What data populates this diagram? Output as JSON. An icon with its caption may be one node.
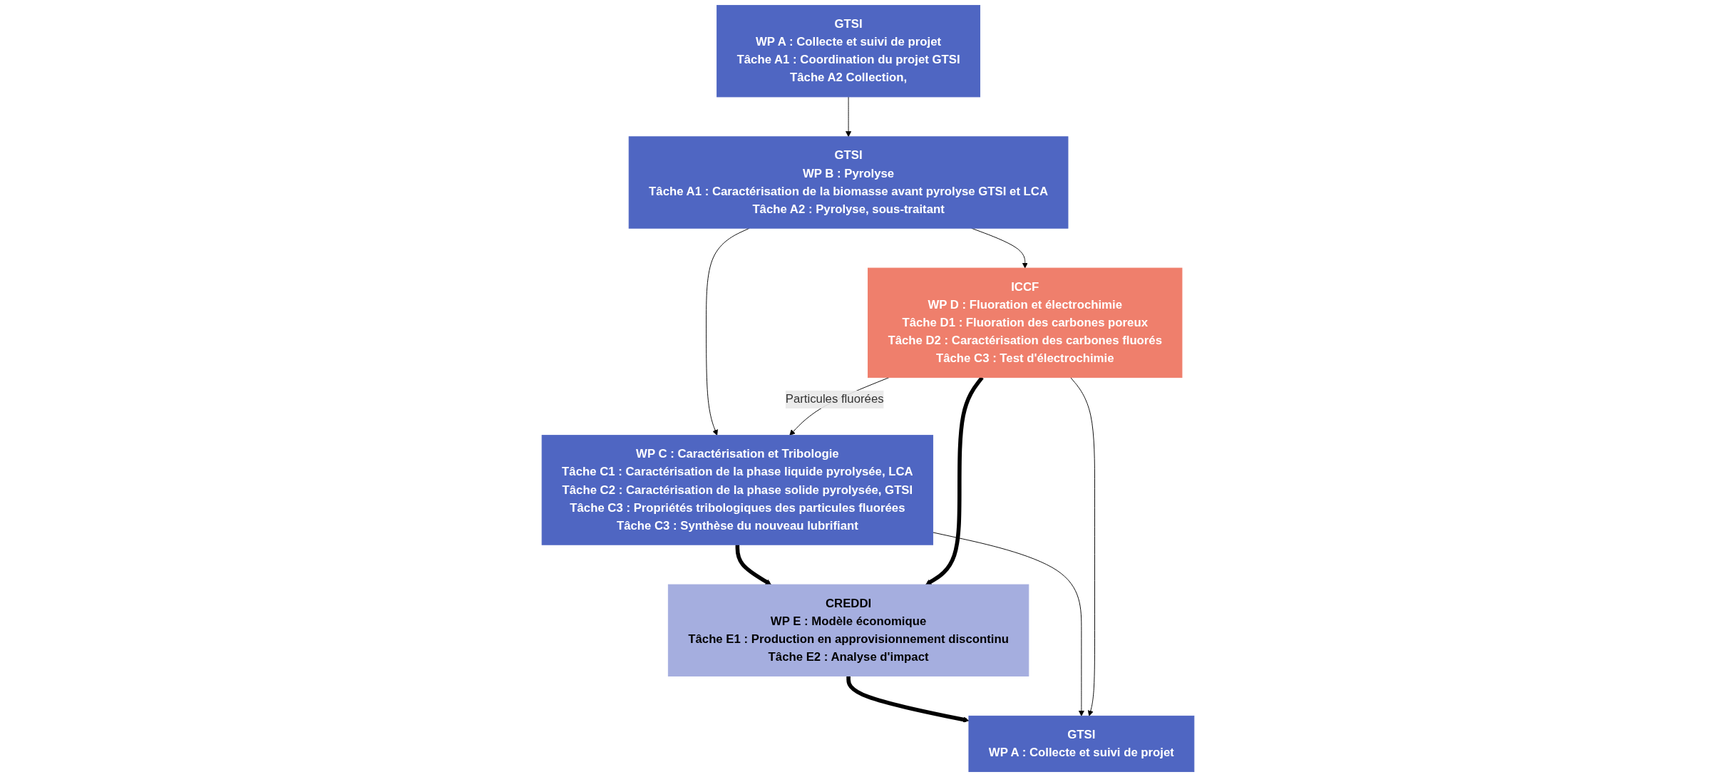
{
  "diagram": {
    "nodes": [
      {
        "text": [
          "GTSI",
          "WP A : Collecte et suivi de projet",
          "Tâche A1 : Coordination du projet GTSI",
          "Tâche A2 Collection,"
        ]
      },
      {
        "text": [
          "GTSI",
          "WP B : Pyrolyse",
          "Tâche A1 : Caractérisation de la biomasse avant pyrolyse GTSI et LCA",
          "Tâche A2 : Pyrolyse, sous-traitant"
        ]
      },
      {
        "text": [
          "WP C : Caractérisation et Tribologie",
          "Tâche C1 : Caractérisation de la phase liquide pyrolysée, LCA",
          "Tâche C2 : Caractérisation de la phase solide pyrolysée, GTSI",
          "Tâche C3 : Propriétés tribologiques des particules fluorées",
          "Tâche C3 : Synthèse du nouveau lubrifiant"
        ]
      },
      {
        "text": [
          "ICCF",
          "WP D : Fluoration et électrochimie",
          "Tâche D1 : Fluoration des carbones poreux",
          "Tâche D2 : Caractérisation des carbones fluorés",
          "Tâche C3 : Test d'électrochimie"
        ]
      },
      {
        "text": [
          "CREDDI",
          "WP E : Modèle économique",
          "Tâche E1 : Production en approvisionnement discontinu",
          "Tâche E2 : Analyse d'impact"
        ]
      },
      {
        "text": [
          "GTSI",
          "WP A : Collecte et suivi de projet"
        ]
      }
    ],
    "edges": [
      {
        "from": 0,
        "to": 1,
        "arrow": "to"
      },
      {
        "from": 1,
        "to": 2,
        "arrow": "to"
      },
      {
        "from": 1,
        "to": 3,
        "arrow": "to"
      },
      {
        "from": 3,
        "to": 2,
        "arrow": "to",
        "label": "Particules fluorées"
      },
      {
        "from": 2,
        "to": 4,
        "arrow": "to",
        "style": "thick"
      },
      {
        "from": 3,
        "to": 4,
        "arrow": "to",
        "style": "thick"
      },
      {
        "from": 4,
        "to": 5,
        "arrow": "to",
        "style": "thick"
      },
      {
        "from": 2,
        "to": 5,
        "arrow": "to"
      },
      {
        "from": 3,
        "to": 5,
        "arrow": "to"
      }
    ]
  }
}
